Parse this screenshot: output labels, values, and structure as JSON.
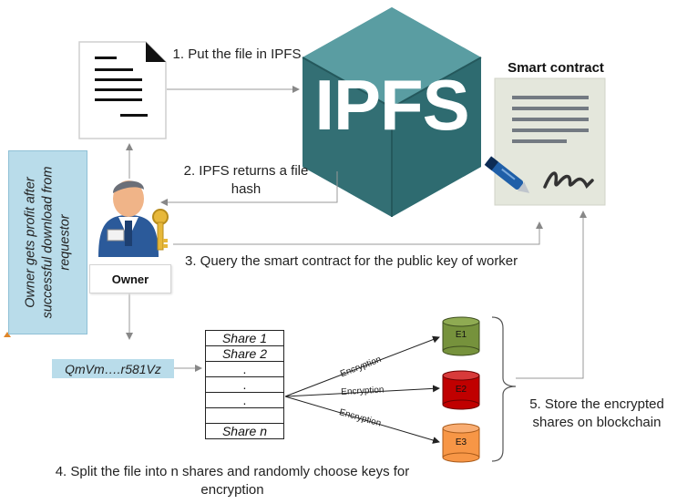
{
  "steps": {
    "step1": "1. Put the file in IPFS",
    "step2": "2. IPFS returns a file hash",
    "step3": "3. Query the smart contract for the public key of worker",
    "step4": "4. Split the file into n shares and randomly choose keys for encryption",
    "step5": "5. Store the encrypted shares on blockchain"
  },
  "ipfs_logo_text": "IPFS",
  "smart_contract_title": "Smart contract",
  "owner_label": "Owner",
  "sidebar_note": "Owner gets profit  after successful download from requestor",
  "file_hash": "QmVm….r581Vz",
  "shares": {
    "rows": [
      "Share 1",
      "Share 2",
      ".",
      ".",
      ".",
      "",
      "Share n"
    ]
  },
  "encryption_label": "Encryption",
  "encrypted_shares": [
    "E1",
    "E2",
    "E3"
  ],
  "colors": {
    "ipfs_teal": "#3f8388",
    "ipfs_teal_dark": "#2e6b70",
    "sidebar_blue": "#b9dcea",
    "e1_green": "#76923c",
    "e2_red": "#c00000",
    "e3_orange": "#f79646",
    "contract_bg": "#e4e7dc"
  }
}
